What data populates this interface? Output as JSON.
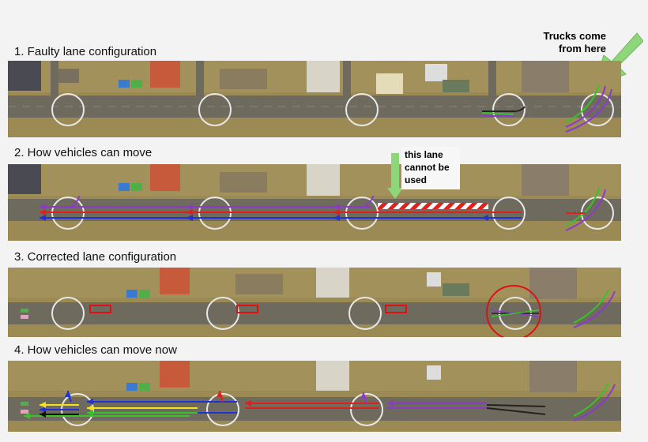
{
  "steps": [
    {
      "label": "1. Faulty lane configuration"
    },
    {
      "label": "2. How vehicles can move"
    },
    {
      "label": "3. Corrected lane configuration"
    },
    {
      "label": "4. How vehicles can move now"
    }
  ],
  "annotations": {
    "trucks_line1": "Trucks come",
    "trucks_line2": "from here",
    "lane_line1": "this lane",
    "lane_line2": "cannot be",
    "lane_line3": "used"
  },
  "colors": {
    "background": "#f3f3f3",
    "ground": "#9c8a55",
    "road": "#6e6a5e",
    "lane_red": "#e0201c",
    "lane_blue": "#2230d8",
    "lane_purple": "#8a3cc8",
    "lane_green": "#38c428",
    "lane_yellow": "#f4e21a",
    "highlight_red": "#e01010",
    "arrow_green": "#8fd67a"
  }
}
